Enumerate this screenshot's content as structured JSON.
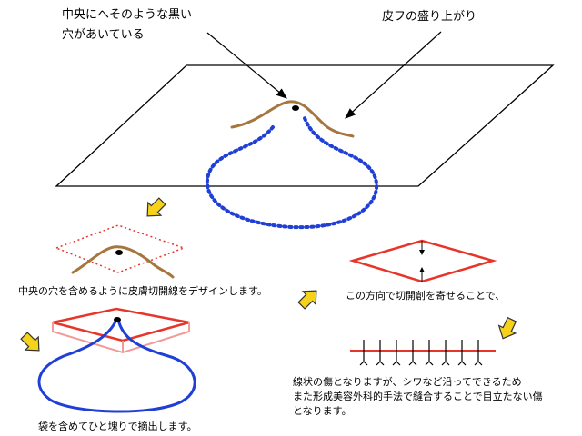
{
  "labels": {
    "hole": "中央にへそのような黒い\n穴があいている",
    "bump": "皮フの盛り上がり",
    "design": "中央の穴を含めるように皮膚切開線をデザインします。",
    "direction": "この方向で切開創を寄せることで、",
    "result": "線状の傷となりますが、シワなど沿ってできるため\nまた形成美容外科的手法で縫合することで目立たない傷\nとなります。",
    "excise": "袋を含めてひと塊りで摘出します。"
  },
  "colors": {
    "outline": "#000000",
    "skin_bump": "#a6763f",
    "cyst": "#1f3fd6",
    "incision": "#e8352a",
    "arrow_fill": "#f7d21a",
    "arrow_stroke": "#333333"
  },
  "icons": [
    "yellow-arrow-icon"
  ]
}
